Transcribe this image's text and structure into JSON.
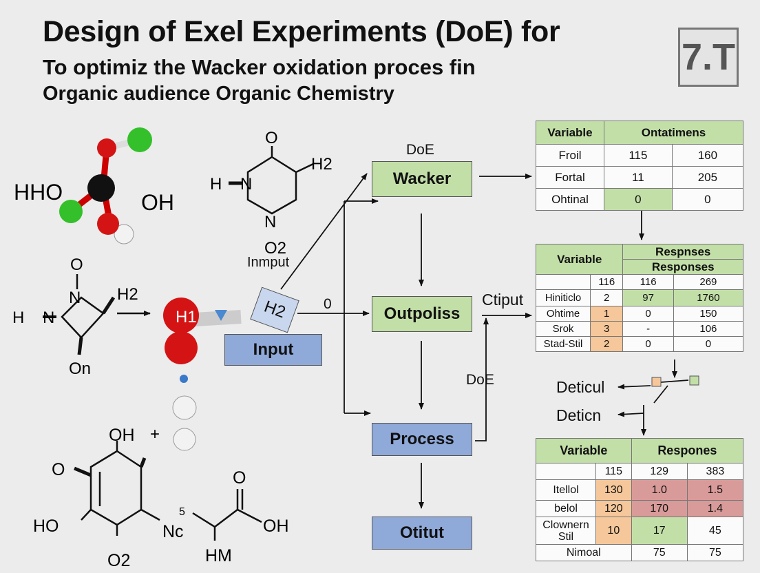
{
  "title": {
    "line1": "Design of Exel Experiments (DoE) for",
    "line2": "To optimiz the Wacker oxidation proces fin",
    "line3": "Organic audience Organic Chemistry"
  },
  "logo": "7.T",
  "flow": {
    "doe_top_label": "DoE",
    "wacker": "Wacker",
    "outpoliss": "Outpoliss",
    "process": "Process",
    "otitut": "Otitut",
    "input": "Input",
    "h2_box": "H2",
    "zero_label": "0",
    "ctiput_label": "Ctiput",
    "doe_mid_label": "DoE",
    "inmput_label": "Inmput",
    "deticul": "Deticul",
    "deticn": "Deticn"
  },
  "molecules": {
    "m1_left": "HHO",
    "m1_right": "OH",
    "m2_h2": "H2",
    "m2_h": "H",
    "m2_n": "N",
    "m2_o": "O",
    "m2_n2": "N",
    "m2_o2": "O2",
    "m3_o": "O",
    "m3_n1": "N",
    "m3_h2": "H2",
    "m3_hn": "H",
    "m3_n2": "N",
    "m3_on": "On",
    "h1_label": "H1",
    "plus": "+",
    "m4_oh": "OH",
    "m4_o": "O",
    "m4_ho": "HO",
    "m4_o2": "O2",
    "m4_n": "Nc",
    "m4_s": "5",
    "m4_o_acid": "O",
    "m4_oh_acid": "OH",
    "m4_hm": "HM"
  },
  "table1": {
    "headers": [
      "Variable",
      "Ontatimens"
    ],
    "rows": [
      [
        "Froil",
        "115",
        "160"
      ],
      [
        "Fortal",
        "11",
        "205"
      ],
      [
        "Ohtinal",
        "0",
        "0"
      ]
    ]
  },
  "table2": {
    "headers": [
      "Variable",
      "Respnses",
      "Responses"
    ],
    "sub": [
      "",
      "116",
      "116",
      "269"
    ],
    "rows": [
      [
        "Hiniticlo",
        "2",
        "97",
        "1760"
      ],
      [
        "Ohtime",
        "1",
        "0",
        "150"
      ],
      [
        "Srok",
        "3",
        "-",
        "106"
      ],
      [
        "Stad-Stil",
        "2",
        "0",
        "0"
      ]
    ]
  },
  "table3": {
    "headers": [
      "Variable",
      "Respones"
    ],
    "sub": [
      "",
      "115",
      "129",
      "383"
    ],
    "rows": [
      [
        "Itellol",
        "130",
        "1.0",
        "1.5"
      ],
      [
        "belol",
        "120",
        "170",
        "1.4"
      ],
      [
        "Clownern Stil",
        "10",
        "17",
        "45"
      ],
      [
        "Nimoal",
        "",
        "75",
        "75"
      ]
    ]
  },
  "colors": {
    "green": "#c3dfa8",
    "blue": "#8fa9d9",
    "orange": "#f5c79a",
    "red": "#d99b99",
    "atom_red": "#d41414",
    "atom_green": "#33c02a"
  }
}
